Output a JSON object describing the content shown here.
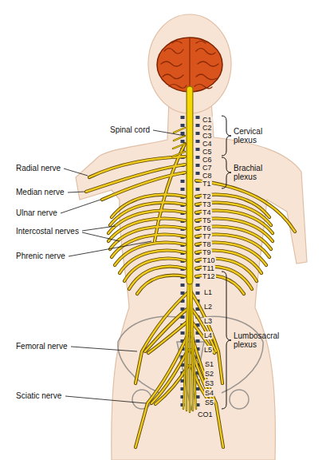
{
  "diagram": {
    "labels": [
      "C1",
      "C2",
      "C3",
      "C4",
      "C5",
      "C6",
      "C7",
      "C8",
      "T1",
      "T2",
      "T3",
      "T4",
      "T5",
      "T6",
      "T7",
      "T8",
      "T9",
      "T10",
      "T11",
      "T12",
      "L1",
      "L2",
      "L3",
      "L4",
      "L5",
      "S1",
      "S2",
      "S3",
      "S4",
      "S5",
      "CO1",
      "Spinal cord",
      "Cervical plexus",
      "Brachial plexus",
      "Radial nerve",
      "Median nerve",
      "Ulnar nerve",
      "Intercostal nerves",
      "Phrenic nerve",
      "Lumbosacral plexus",
      "Femoral nerve",
      "Sciatic nerve"
    ]
  }
}
